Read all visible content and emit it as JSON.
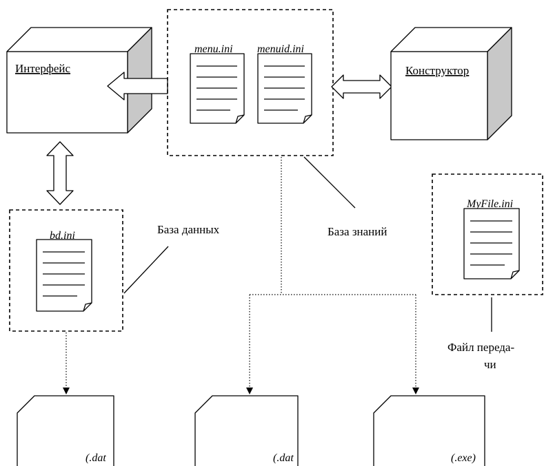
{
  "modules": {
    "interface_label": "Интерфейс",
    "constructor_label": "Конструктор"
  },
  "files": {
    "menu_ini": "menu.ini",
    "menuid_ini": "menuid.ini",
    "bd_ini": "bd.ini",
    "myfile_ini": "MyFile.ini"
  },
  "labels": {
    "database": "База данных",
    "knowledge_base": "База знаний",
    "transfer_file_line1": "Файл переда-",
    "transfer_file_line2": "чи"
  },
  "outputs": {
    "ext_1": "(.dat",
    "ext_2": "(.dat",
    "ext_3": "(.exe)"
  }
}
